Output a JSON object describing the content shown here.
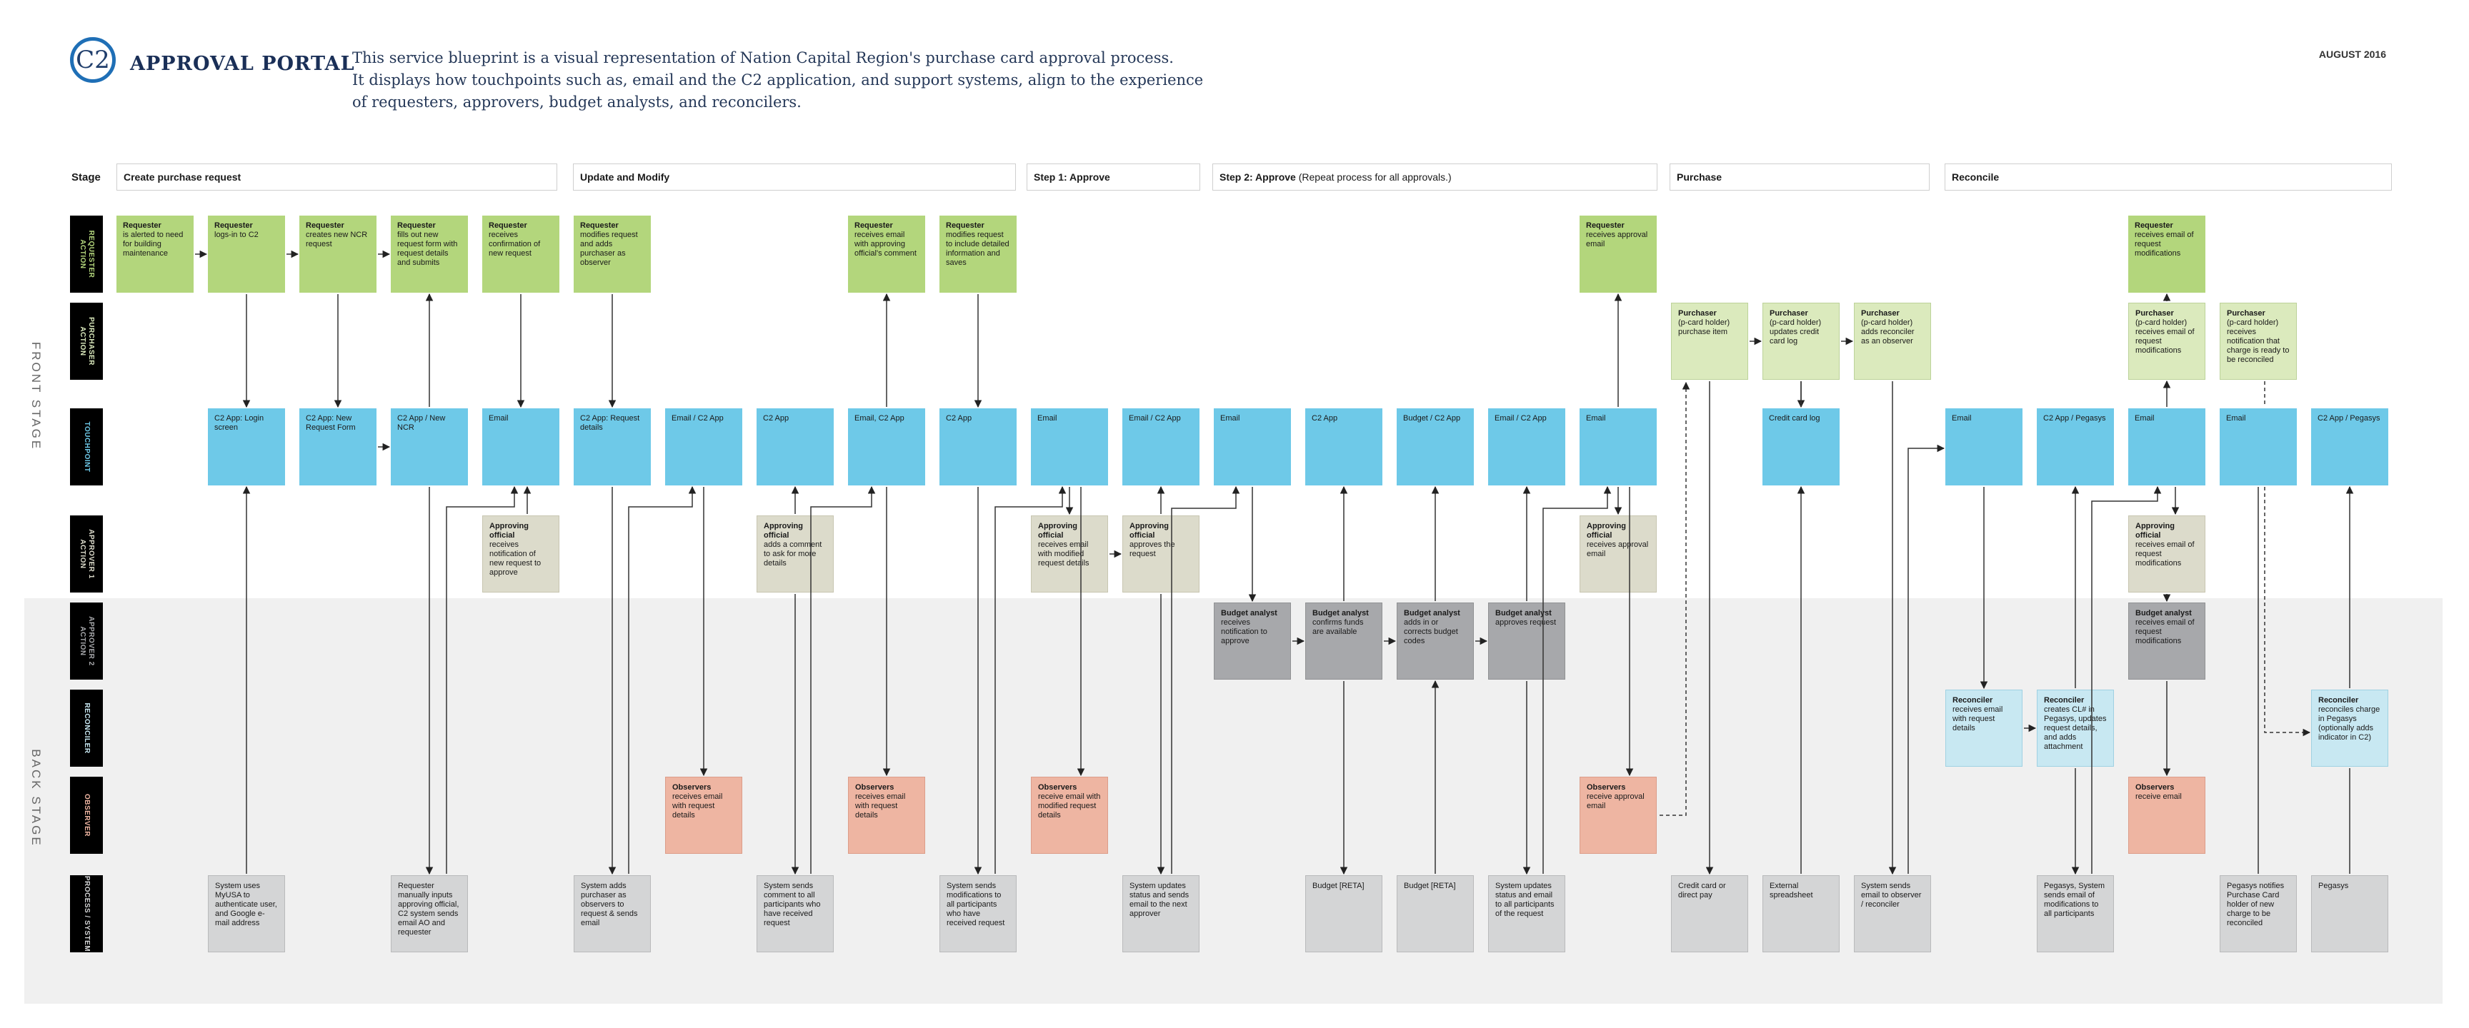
{
  "header": {
    "logo_text": "C2",
    "title": "APPROVAL PORTAL",
    "desc_lines": [
      "This service blueprint is a visual representation of Nation Capital Region's purchase card approval process.",
      "It displays how touchpoints such as, email and the C2 application, and support systems, align to the experience",
      "of requesters, approvers, budget analysts, and reconcilers."
    ],
    "date": "AUGUST 2016"
  },
  "stage_label": "Stage",
  "stages": [
    {
      "title": "Create purchase request",
      "note": ""
    },
    {
      "title": "Update and Modify",
      "note": ""
    },
    {
      "title": "Step 1: Approve",
      "note": ""
    },
    {
      "title": "Step 2: Approve",
      "note": " (Repeat process for all approvals.)"
    },
    {
      "title": "Purchase",
      "note": ""
    },
    {
      "title": "Reconcile",
      "note": ""
    }
  ],
  "side_labels": {
    "front": "FRONT STAGE",
    "back": "BACK STAGE"
  },
  "lanes": {
    "requester": {
      "label": "REQUESTER ACTION",
      "color": "#b3d67c"
    },
    "purchaser": {
      "label": "PURCHASER ACTION",
      "color": "#dbeabd"
    },
    "touchpoint": {
      "label": "TOUCHPOINT",
      "color": "#6ec9e8"
    },
    "approver1": {
      "label": "APPROVER 1 ACTION",
      "color": "#dcdbcb"
    },
    "approver2": {
      "label": "APPROVER 2 ACTION",
      "color": "#a7a8ab"
    },
    "reconciler": {
      "label": "RECONCILER",
      "color": "#c8e8f2"
    },
    "observer": {
      "label": "OBSERVER",
      "color": "#eeb5a2"
    },
    "process": {
      "label": "PROCESS / SYSTEM",
      "color": "#d4d5d6"
    }
  },
  "cards": {
    "r1": {
      "bold": "Requester",
      "text": "is alerted to need for building maintenance"
    },
    "r2": {
      "bold": "Requester",
      "text": "logs-in to C2"
    },
    "r3": {
      "bold": "Requester",
      "text": "creates new NCR request"
    },
    "r4": {
      "bold": "Requester",
      "text": "fills out new request form with request details and submits"
    },
    "r5": {
      "bold": "Requester",
      "text": "receives confirmation of new request"
    },
    "r6": {
      "bold": "Requester",
      "text": "modifies request and adds purchaser as observer"
    },
    "r7": {
      "bold": "Requester",
      "text": "receives email with approving official's comment"
    },
    "r8": {
      "bold": "Requester",
      "text": "modifies request to include detailed information and saves"
    },
    "r9": {
      "bold": "Requester",
      "text": "receives approval email"
    },
    "r10": {
      "bold": "Requester",
      "text": "receives email of request modifications"
    },
    "p1": {
      "bold": "Purchaser",
      "text": "(p-card holder) purchase item"
    },
    "p2": {
      "bold": "Purchaser",
      "text": "(p-card holder) updates credit card log"
    },
    "p3": {
      "bold": "Purchaser",
      "text": "(p-card holder) adds reconciler as an observer"
    },
    "p4": {
      "bold": "Purchaser",
      "text": "(p-card holder) receives email of request modifications"
    },
    "p5": {
      "bold": "Purchaser",
      "text": "(p-card holder) receives notification that charge is ready to be reconciled"
    },
    "t1": {
      "text": "C2 App: Login screen"
    },
    "t2": {
      "text": "C2 App: New Request Form"
    },
    "t3": {
      "text": "C2 App / New NCR"
    },
    "t4": {
      "text": "Email"
    },
    "t5": {
      "text": "C2 App: Request details"
    },
    "t6": {
      "text": "Email / C2 App"
    },
    "t7": {
      "text": "C2 App"
    },
    "t8": {
      "text": "Email, C2 App"
    },
    "t9": {
      "text": "C2 App"
    },
    "t10": {
      "text": "Email"
    },
    "t11": {
      "text": "Email / C2 App"
    },
    "t12": {
      "text": "Email"
    },
    "t13": {
      "text": "C2 App"
    },
    "t14": {
      "text": "Budget / C2 App"
    },
    "t15": {
      "text": "Email / C2 App"
    },
    "t16": {
      "text": "Email"
    },
    "t17": {
      "text": "Credit card log"
    },
    "t18": {
      "text": "Email"
    },
    "t19": {
      "text": "C2 App / Pegasys"
    },
    "t20": {
      "text": "Email"
    },
    "t21": {
      "text": "Email"
    },
    "t22": {
      "text": "C2 App / Pegasys"
    },
    "a1": {
      "bold": "Approving official",
      "text": "receives notification of new request to approve"
    },
    "a2": {
      "bold": "Approving official",
      "text": "adds a comment to ask for more details"
    },
    "a3": {
      "bold": "Approving official",
      "text": "receives email with modified request details"
    },
    "a4": {
      "bold": "Approving official",
      "text": "approves the request"
    },
    "a5": {
      "bold": "Approving official",
      "text": "receives approval email"
    },
    "a6": {
      "bold": "Approving official",
      "text": "receives email of request modifications"
    },
    "b1": {
      "bold": "Budget analyst",
      "text": "receives notification to approve"
    },
    "b2": {
      "bold": "Budget analyst",
      "text": "confirms funds are available"
    },
    "b3": {
      "bold": "Budget analyst",
      "text": "adds in or corrects budget codes"
    },
    "b4": {
      "bold": "Budget analyst",
      "text": "approves request"
    },
    "b5": {
      "bold": "Budget analyst",
      "text": "receives email of request modifications"
    },
    "rc1": {
      "bold": "Reconciler",
      "text": "receives email with request details"
    },
    "rc2": {
      "bold": "Reconciler",
      "text": "creates CL# in Pegasys, updates request details, and adds attachment"
    },
    "rc3": {
      "bold": "Reconciler",
      "text": "reconciles charge in Pegasys (optionally adds indicator in C2)"
    },
    "o1": {
      "bold": "Observers",
      "text": "receives email with request details"
    },
    "o2": {
      "bold": "Observers",
      "text": "receives email with request details"
    },
    "o3": {
      "bold": "Observers",
      "text": "receive email with modified request details"
    },
    "o4": {
      "bold": "Observers",
      "text": "receive approval email"
    },
    "o5": {
      "bold": "Observers",
      "text": "receive email"
    },
    "s1": {
      "text": "System uses MyUSA to authenticate user, and Google e-mail address"
    },
    "s2": {
      "text": "Requester manually inputs approving official, C2 system sends email AO and requester"
    },
    "s3": {
      "text": "System adds purchaser as observers to request & sends email"
    },
    "s4": {
      "text": "System sends comment to all participants who have received request"
    },
    "s5": {
      "text": "System sends modifications to all participants who have received request"
    },
    "s6": {
      "text": "System updates status and sends email to the next approver"
    },
    "s7": {
      "text": "Budget [RETA]"
    },
    "s8": {
      "text": "Budget [RETA]"
    },
    "s9": {
      "text": "System updates status and email to all participants of the request"
    },
    "s10": {
      "text": "Credit card or direct pay"
    },
    "s11": {
      "text": "External spreadsheet"
    },
    "s12": {
      "text": "System sends email to observer / reconciler"
    },
    "s13": {
      "text": "Pegasys, System sends email of modifications to all participants"
    },
    "s14": {
      "text": "Pegasys notifies Purchase Card holder of new charge to be reconciled"
    },
    "s15": {
      "text": "Pegasys"
    }
  }
}
